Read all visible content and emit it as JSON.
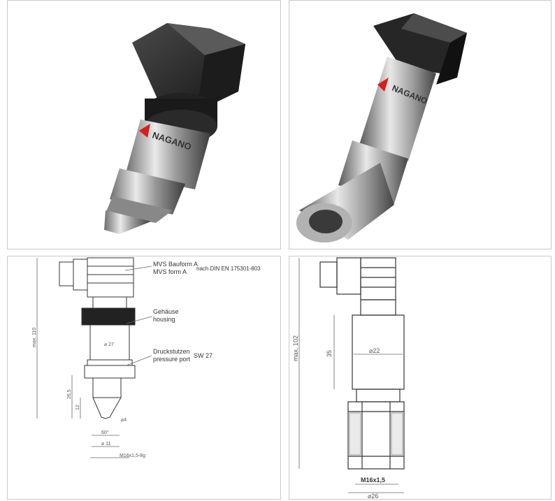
{
  "drawing_a": {
    "label_form_de": "MVS Bauform A",
    "label_form_en": "MVS form A",
    "label_norm": "nach DIN EN 175301-803",
    "label_housing_de": "Gehäuse",
    "label_housing_en": "housing",
    "label_port_de": "Druckstutzen",
    "label_port_en": "pressure port",
    "label_sw": "SW 27",
    "dim_max": "max. 110",
    "dim_d27": "⌀ 27",
    "dim_265": "26,5",
    "dim_12": "12",
    "dim_d4": "⌀4",
    "dim_angle": "60°",
    "dim_d11": "⌀ 11",
    "dim_thread": "M16x1,5-8g"
  },
  "drawing_b": {
    "dim_max": "max. 102",
    "dim_35": "35",
    "dim_d22": "⌀22",
    "dim_thread": "M16x1,5",
    "dim_d26": "⌀26"
  },
  "logo_text": "NAGANO",
  "colors": {
    "frame": "#c9c9c9",
    "accent_red": "#d81e1e"
  }
}
